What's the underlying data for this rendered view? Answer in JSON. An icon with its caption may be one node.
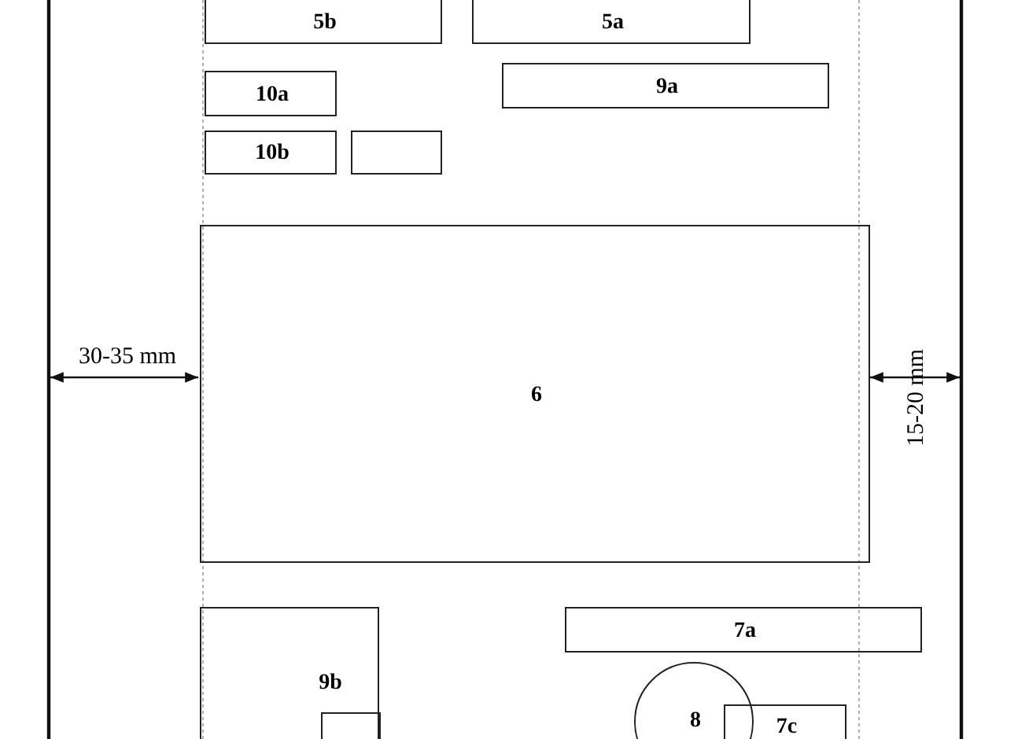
{
  "diagram": {
    "nodes": [
      {
        "text": [
          "5b"
        ]
      },
      {
        "text": [
          "5a"
        ]
      },
      {
        "text": [
          "10a"
        ]
      },
      {
        "text": [
          "9a"
        ]
      },
      {
        "text": [
          "10b"
        ]
      },
      {
        "text": [],
        "shape": "box"
      },
      {
        "text": [
          "6"
        ]
      },
      {
        "text": [
          "9b"
        ]
      },
      {
        "text": [],
        "shape": "box",
        "in": 7
      },
      {
        "text": [
          "7a"
        ]
      },
      {
        "text": [
          "8"
        ]
      },
      {
        "text": [
          "7c"
        ]
      }
    ],
    "labels": [
      "30-35 mm",
      "15-20 mm"
    ]
  }
}
